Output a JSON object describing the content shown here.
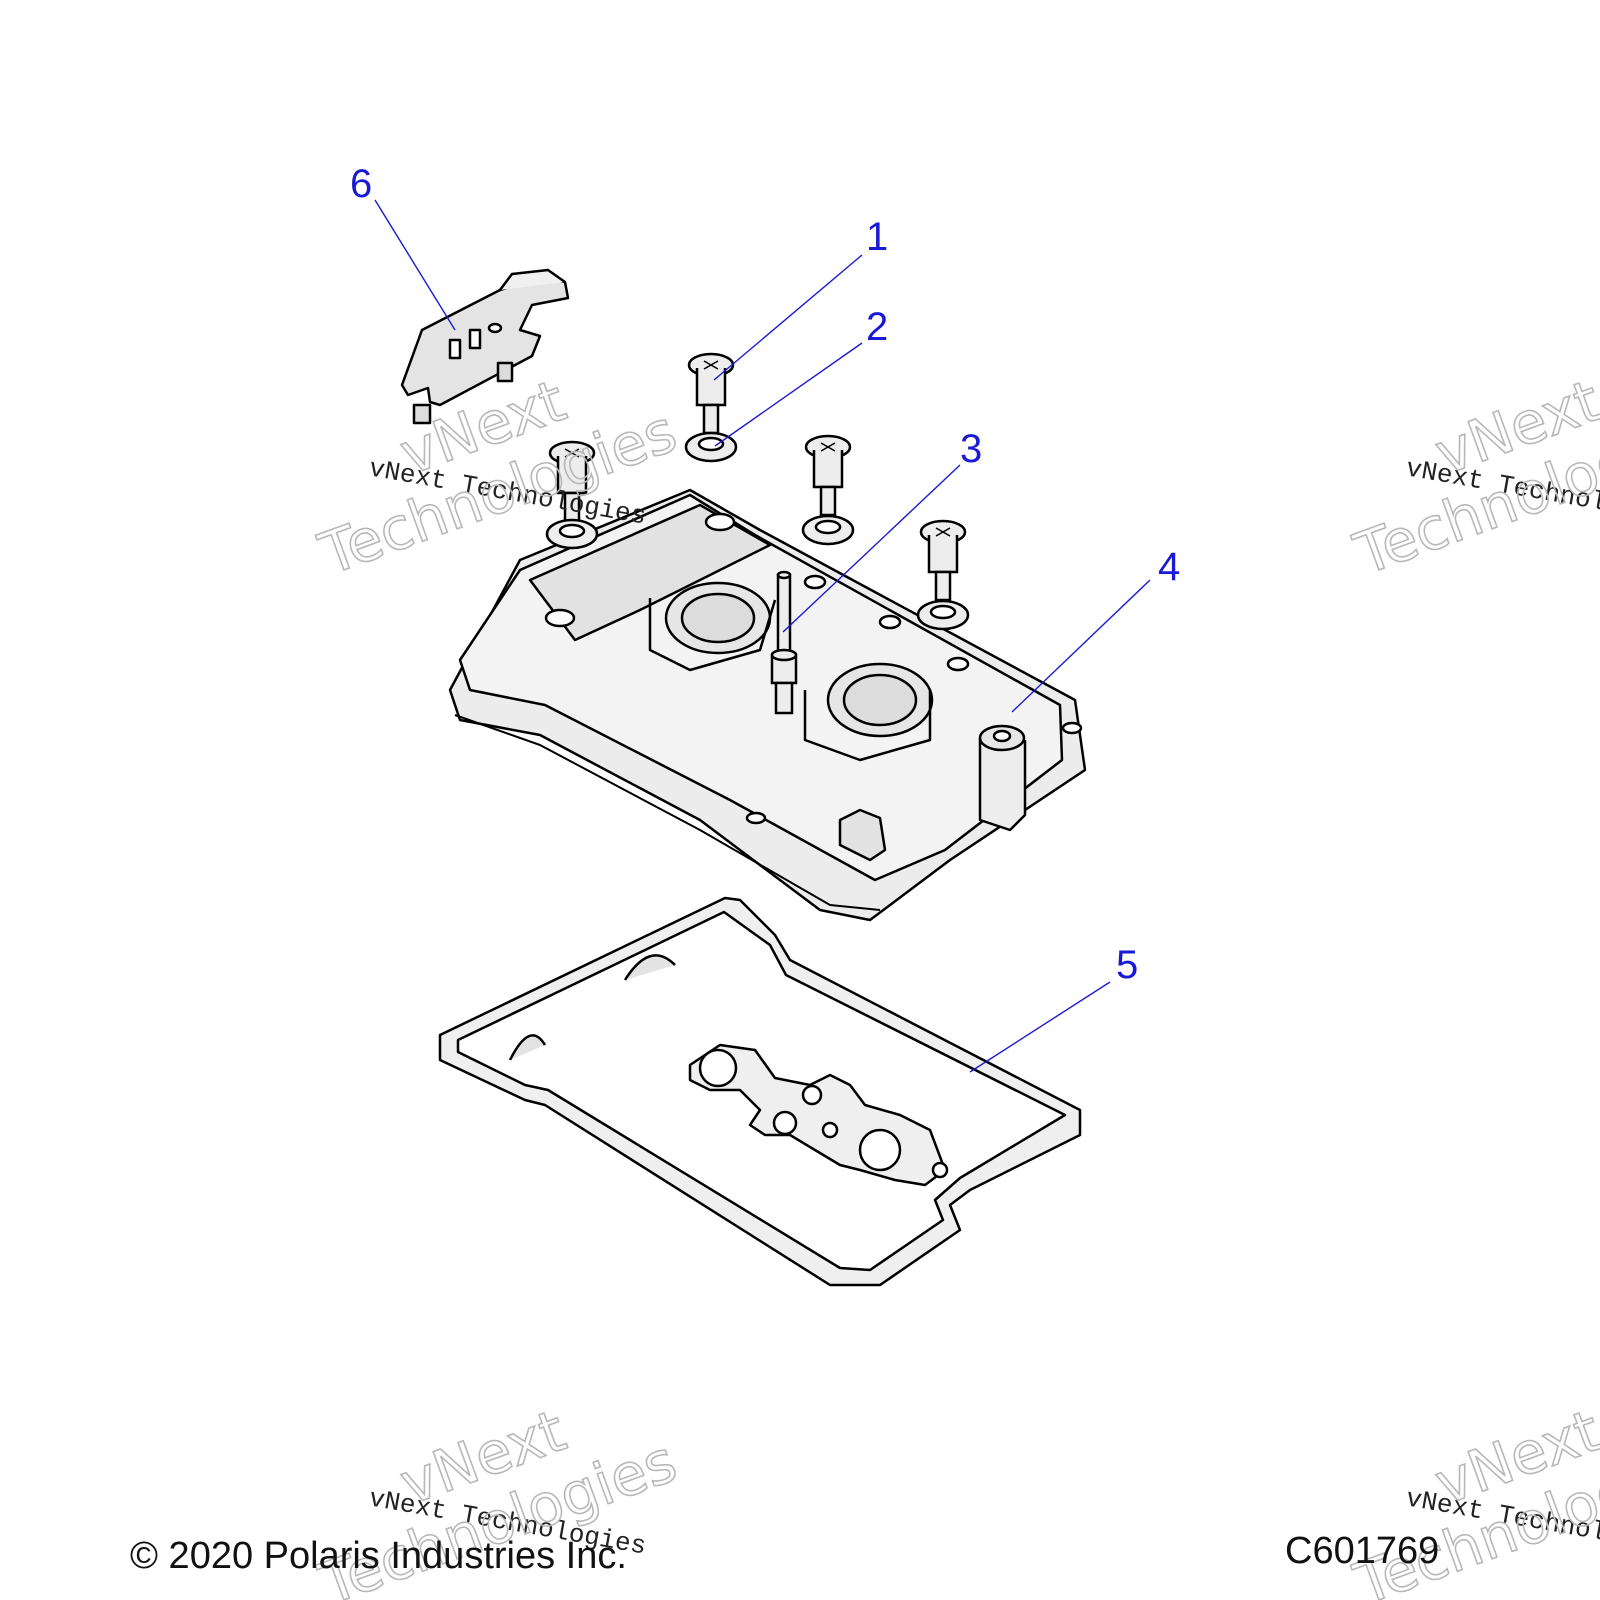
{
  "callouts": [
    {
      "num": "1",
      "part": "screw-bolt"
    },
    {
      "num": "2",
      "part": "grommet-washer"
    },
    {
      "num": "3",
      "part": "stud"
    },
    {
      "num": "4",
      "part": "valve-cover"
    },
    {
      "num": "5",
      "part": "cover-gasket"
    },
    {
      "num": "6",
      "part": "bracket"
    }
  ],
  "watermark": {
    "small": "vNext Technologies",
    "big_line1": "vNext",
    "big_line2": "Technologies"
  },
  "footer": {
    "copyright": "© 2020 Polaris Industries Inc.",
    "drawing_number": "C601769"
  },
  "colors": {
    "callout": "#1a1ad6",
    "part_fill": "#ececec",
    "part_stroke": "#000000"
  }
}
